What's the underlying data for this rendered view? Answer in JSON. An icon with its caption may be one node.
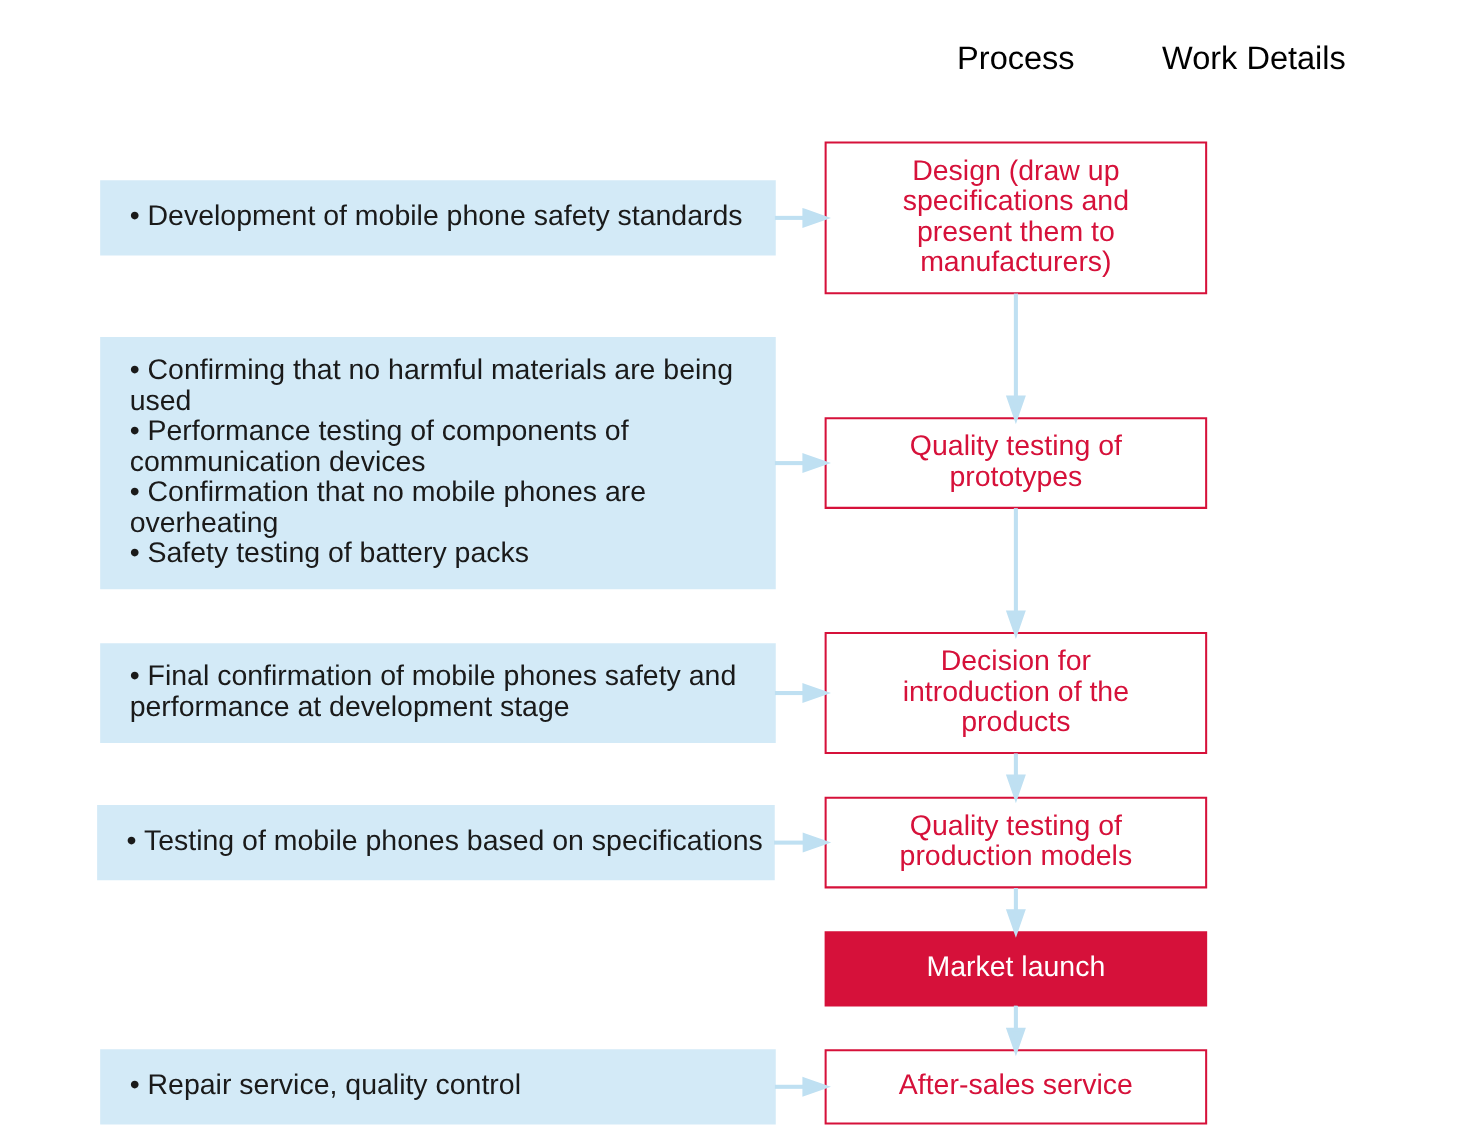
{
  "diagram": {
    "nodes": [
      {
        "text": [
          "Design (draw up specifications and present them to manufacturers)"
        ]
      },
      {
        "text": [
          "• Development of mobile phone safety standards"
        ]
      },
      {
        "text": [
          "Quality testing of prototypes"
        ]
      },
      {
        "text": [
          "• Confirming that no harmful materials are being used",
          "• Performance testing of components of communication devices",
          "• Confirmation that no mobile phones are overheating",
          "• Safety testing of battery packs"
        ]
      },
      {
        "text": [
          "Decision for introduction of the products"
        ]
      },
      {
        "text": [
          "• Final confirmation of mobile phones safety and performance at development stage"
        ]
      },
      {
        "text": [
          "Quality testing of production models"
        ]
      },
      {
        "text": [
          "• Testing of mobile phones based on specifications"
        ]
      },
      {
        "text": [
          "Market launch"
        ]
      },
      {
        "text": [
          "After-sales service"
        ]
      },
      {
        "text": [
          "• Repair service, quality control"
        ]
      }
    ],
    "edges": [
      {
        "from": 0,
        "to": 2,
        "arrow": "to"
      },
      {
        "from": 2,
        "to": 4,
        "arrow": "to"
      },
      {
        "from": 4,
        "to": 6,
        "arrow": "to"
      },
      {
        "from": 6,
        "to": 8,
        "arrow": "to"
      },
      {
        "from": 8,
        "to": 9,
        "arrow": "to"
      },
      {
        "from": 1,
        "to": 0,
        "arrow": "to"
      },
      {
        "from": 3,
        "to": 2,
        "arrow": "to"
      },
      {
        "from": 5,
        "to": 4,
        "arrow": "to"
      },
      {
        "from": 7,
        "to": 6,
        "arrow": "to"
      },
      {
        "from": 10,
        "to": 9,
        "arrow": "to"
      }
    ],
    "labels": [
      "Process",
      "Work Details"
    ]
  }
}
